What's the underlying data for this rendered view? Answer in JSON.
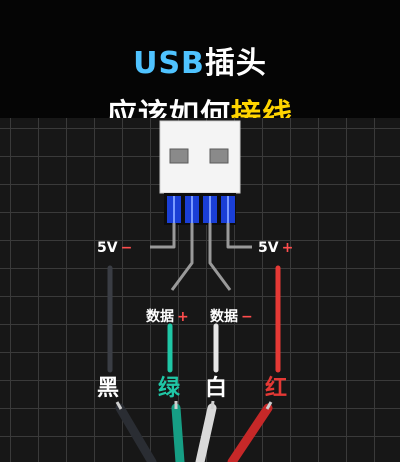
{
  "title": {
    "line1_usb": "USB",
    "line1_rest": "插头",
    "line2_main": "应该如何",
    "line2_accent": "接线"
  },
  "pins": {
    "left_voltage": "5V",
    "left_sign": "−",
    "right_voltage": "5V",
    "right_sign": "+",
    "data_plus": "数据",
    "data_plus_sign": "+",
    "data_minus": "数据",
    "data_minus_sign": "−"
  },
  "wires": {
    "black": "黑",
    "green": "绿",
    "white": "白",
    "red": "红"
  },
  "colors": {
    "title_blue": "#4fc3ff",
    "title_yellow": "#ffd400",
    "wire_black": "#3a3d44",
    "wire_green": "#1fc7a6",
    "wire_white": "#e6e6e6",
    "wire_red": "#e53935",
    "contact_blue": "#1a3fd6"
  }
}
